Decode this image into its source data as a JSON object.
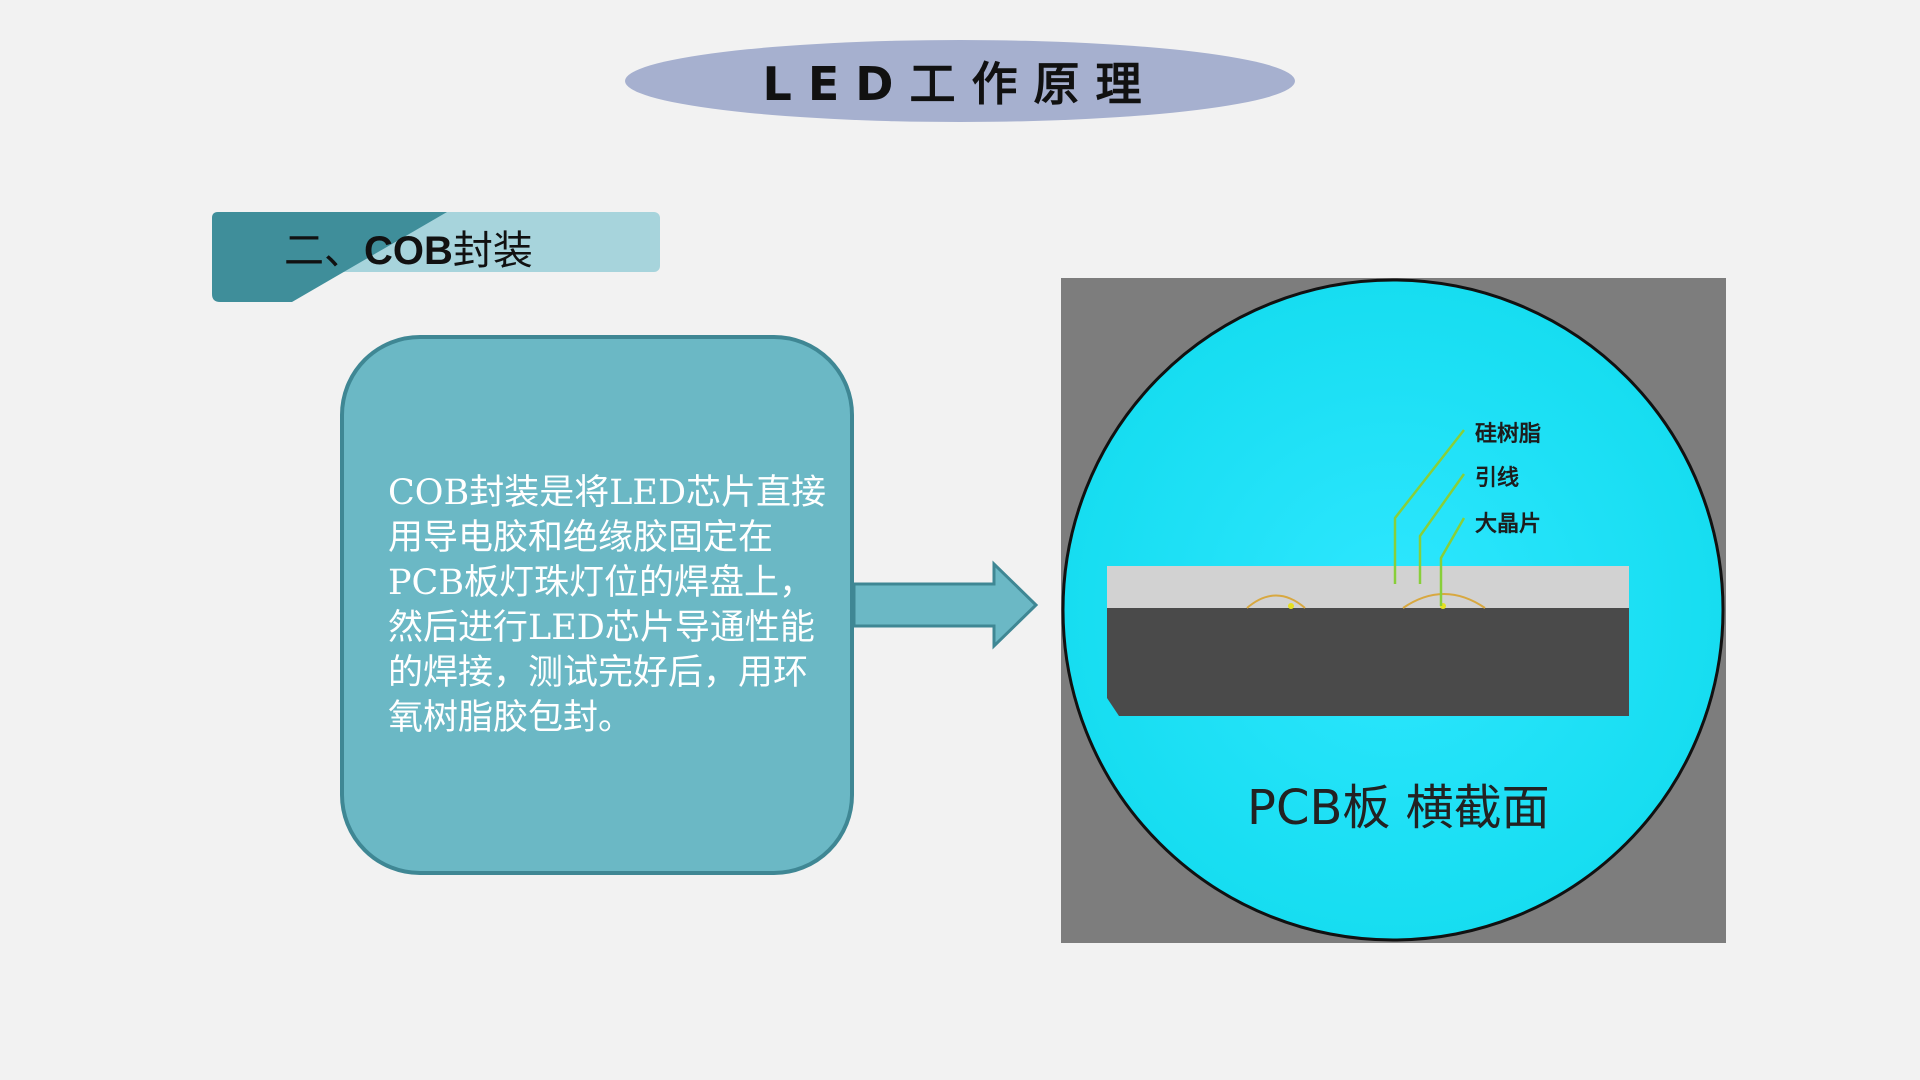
{
  "title": "LED工作原理",
  "section": {
    "prefix": "二、",
    "label": "COB",
    "suffix": "封装"
  },
  "description": "COB封装是将LED芯片直接用导电胶和绝缘胶固定在PCB板灯珠灯位的焊盘上，然后进行LED芯片导通性能的焊接，测试完好后，用环氧树脂胶包封。",
  "diagram": {
    "labels": {
      "silicone": "硅树脂",
      "wire": "引线",
      "chip": "大晶片"
    },
    "caption": "PCB板 横截面"
  },
  "colors": {
    "background": "#f2f2f2",
    "title_ellipse": "#a6b0cf",
    "tab_dark": "#3f8e9a",
    "tab_light": "#a7d4dc",
    "box_fill": "#6bb8c5",
    "box_border": "#3f8794",
    "arrow": "#6bb8c5",
    "circle_fill": "#1ee0f5",
    "pcb_dark": "#4a4a4a",
    "pcb_top": "#d2d2d2"
  }
}
